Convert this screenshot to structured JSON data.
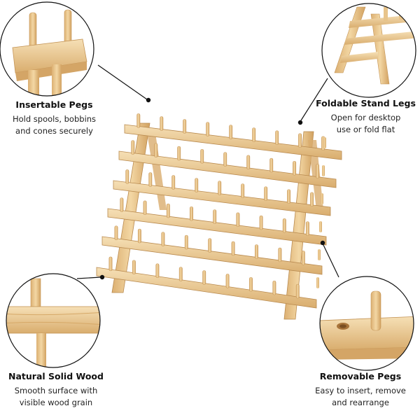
{
  "features": [
    {
      "title": "Insertable Pegs",
      "desc_lines": [
        "Hold spools, bobbins",
        "and cones securely"
      ]
    },
    {
      "title": "Foldable Stand Legs",
      "desc_lines": [
        "Open for desktop",
        "use or fold flat"
      ]
    },
    {
      "title": "Natural Solid Wood",
      "desc_lines": [
        "Smooth surface with",
        "visible wood grain"
      ]
    },
    {
      "title": "Removable Pegs",
      "desc_lines": [
        "Easy to insert, remove",
        "and rearrange"
      ]
    }
  ],
  "colors": {
    "wood_light": "#f3d9a8",
    "wood_mid": "#e8c48a",
    "wood_dark": "#c99a5b",
    "circle_stroke": "#111111",
    "leader": "#111111"
  }
}
